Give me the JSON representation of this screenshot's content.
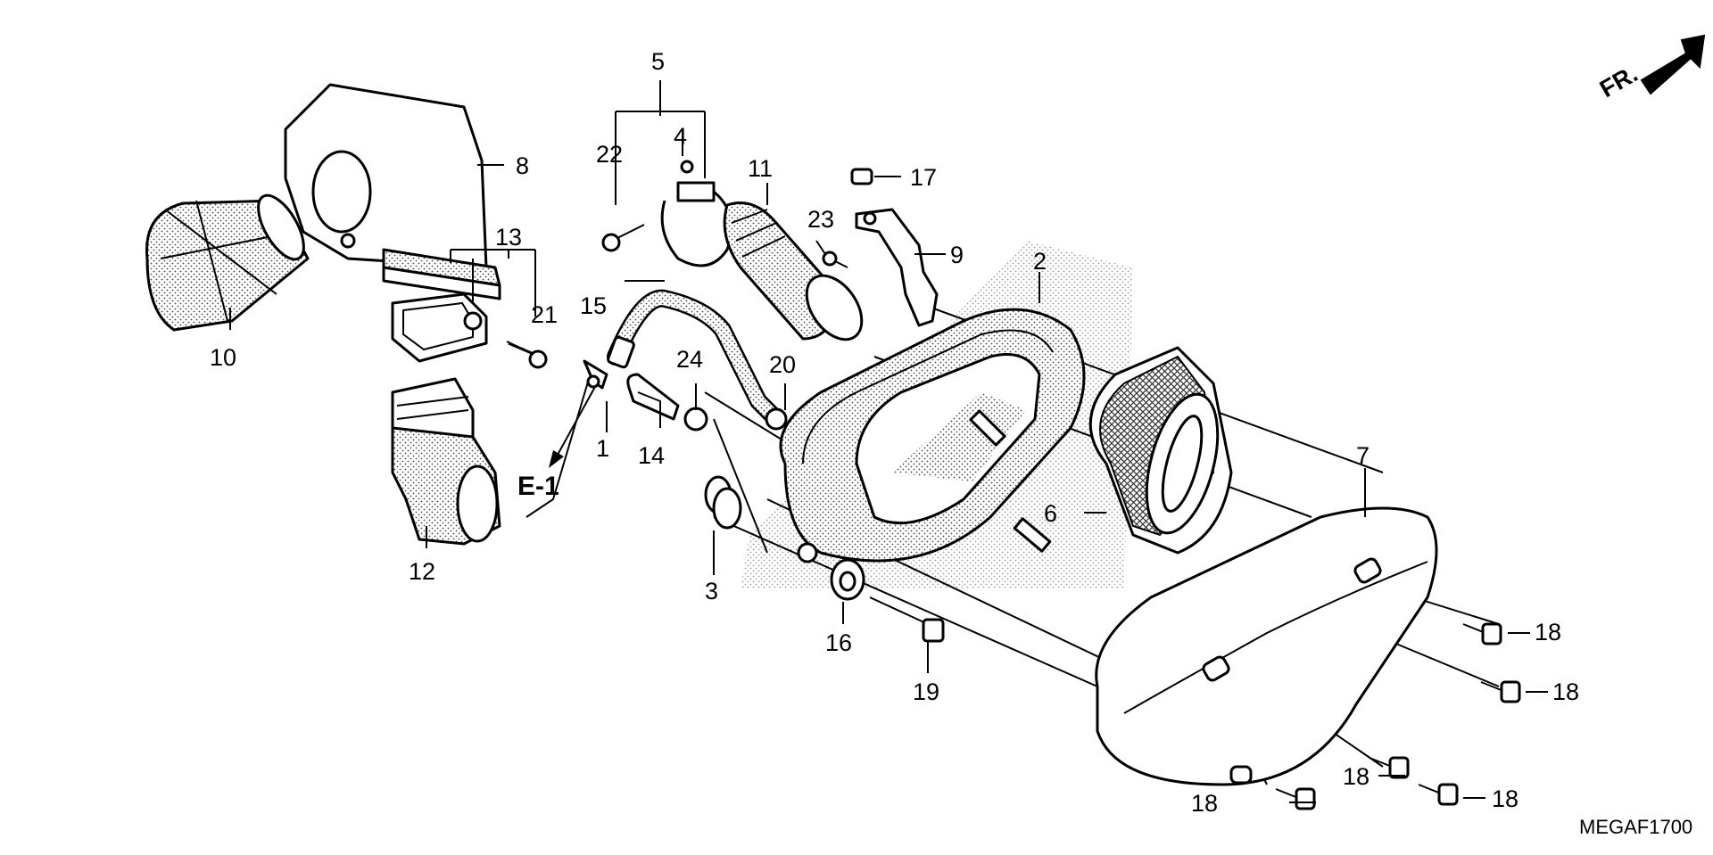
{
  "diagram_code": "MEGAF1700",
  "front_indicator": "FR.",
  "reference_label": "E-1",
  "callouts": {
    "c1": "1",
    "c2": "2",
    "c3": "3",
    "c4": "4",
    "c5": "5",
    "c6": "6",
    "c7": "7",
    "c8": "8",
    "c9": "9",
    "c10": "10",
    "c11": "11",
    "c12": "12",
    "c13": "13",
    "c14": "14",
    "c15": "15",
    "c16": "16",
    "c17": "17",
    "c18": "18",
    "c19": "19",
    "c20": "20",
    "c21": "21",
    "c22": "22",
    "c23": "23",
    "c24": "24"
  }
}
